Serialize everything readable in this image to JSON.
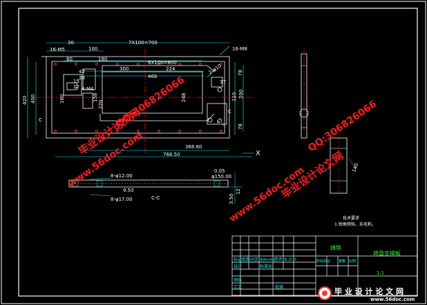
{
  "top_dims": {
    "d30": "30",
    "d16m5": "16-M5",
    "d7x100": "7X100=700",
    "d16m8": "16-M8",
    "d100": "100",
    "d80": "80",
    "d180": "180",
    "d6x100": "6X100=600",
    "d300": "300",
    "d468": "468",
    "d224": "224",
    "d420": "420",
    "d400": "400",
    "d160": "160",
    "d42": "42",
    "d28": "28",
    "d15": "15",
    "d12": "12",
    "d4m4": "4-M4",
    "d158": "158",
    "d220": "220",
    "d248": "248",
    "dphi10": "2-φ10",
    "d37": "37",
    "d78": "78",
    "d110": "110",
    "d200": "200",
    "d45": "45",
    "d36860": "368.60",
    "d76850": "768.50",
    "x_label": "X",
    "c_left": "C",
    "c_right": "C"
  },
  "section": {
    "d8phi12": "8-φ12.00",
    "d8phi17": "8-φ17.00",
    "d950": "9.50",
    "d005": "0.05",
    "d15000": "φ150.00",
    "d350": "3.50",
    "d12": "12",
    "label": "C-C"
  },
  "side_view": {
    "d140": "140"
  },
  "notes": {
    "title": "技术要求",
    "line1": "1.锐角倒钝，去毛刺。"
  },
  "title_block": {
    "material": "铸铁",
    "part_name": "转盘支撑板",
    "scale": "1:1",
    "labels": [
      "标记",
      "处数",
      "分区",
      "更改文件号",
      "签名",
      "年.月.日",
      "设计",
      "标准化",
      "阶段标记",
      "重量",
      "比例",
      "审核",
      "工艺",
      "批准"
    ]
  },
  "watermarks": {
    "site": "www.56doc.com",
    "qq": "QQ:306826066",
    "brand": "毕业设计论文网",
    "footer_brand": "毕 业 设 计 论 文 网",
    "footer_site": "www.56doc.com"
  }
}
